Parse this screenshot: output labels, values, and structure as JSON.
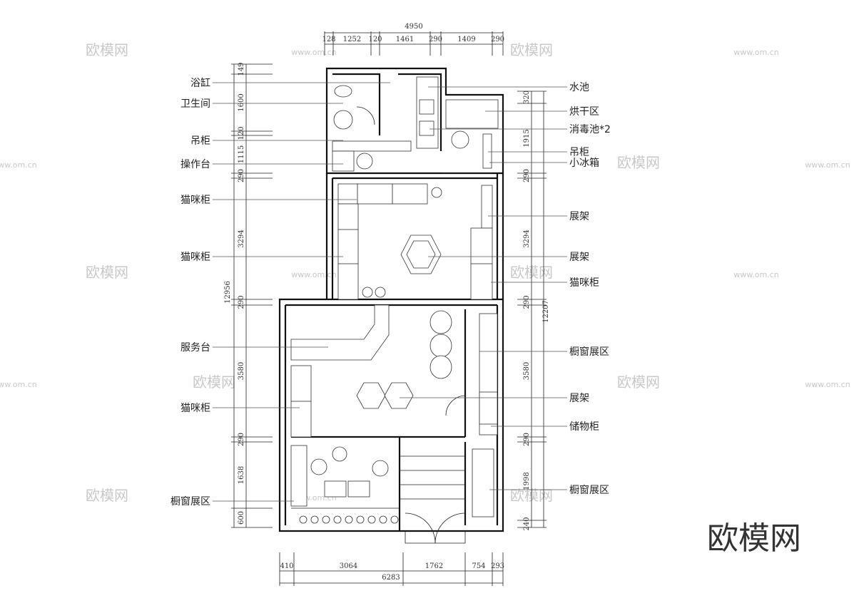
{
  "dimensions": {
    "top_total": "4950",
    "top_segments": [
      "128",
      "1252",
      "120",
      "1461",
      "290",
      "1409",
      "290"
    ],
    "bottom_total": "6283",
    "bottom_segments": [
      "410",
      "3064",
      "1762",
      "754",
      "293"
    ],
    "left_total": "12956",
    "left_segments": [
      "149",
      "1600",
      "120",
      "1115",
      "290",
      "3294",
      "290",
      "3580",
      "290",
      "1638",
      "600"
    ],
    "right_total": "12207",
    "right_segments": [
      "320",
      "1915",
      "290",
      "3294",
      "290",
      "3580",
      "290",
      "1998",
      "240"
    ]
  },
  "labels_left": [
    "浴缸",
    "卫生间",
    "吊柜",
    "操作台",
    "猫咪柜",
    "猫咪柜",
    "服务台",
    "猫咪柜",
    "橱窗展区"
  ],
  "labels_right": [
    "水池",
    "烘干区",
    "消毒池*2",
    "吊柜",
    "小冰箱",
    "展架",
    "展架",
    "猫咪柜",
    "橱窗展区",
    "展架",
    "储物柜",
    "橱窗展区"
  ],
  "watermark": {
    "brand": "欧模网",
    "url": "www.om.cn"
  }
}
